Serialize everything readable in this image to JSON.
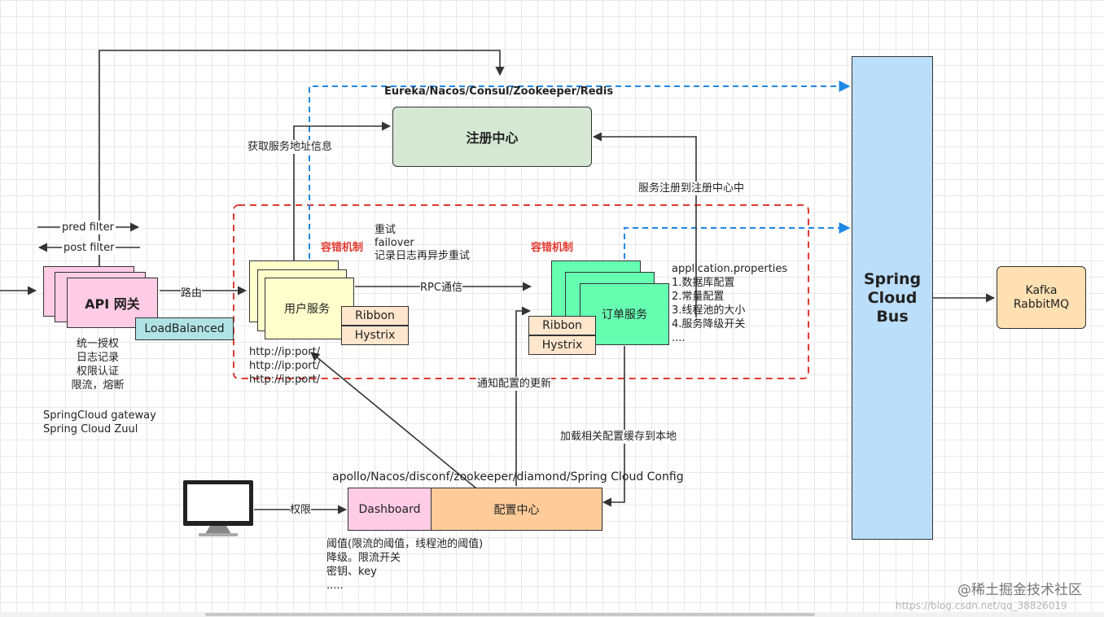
{
  "registry": {
    "title": "Eureka/Nacos/Consul/Zookeeper/Redis",
    "label": "注册中心"
  },
  "edge_labels": {
    "get_address": "获取服务地址信息",
    "register": "服务注册到注册中心中",
    "route": "路由",
    "rpc": "RPC通信",
    "notify_config": "通知配置的更新",
    "load_config": "加载相关配置缓存到本地",
    "permission": "权限"
  },
  "filters": {
    "pred": "pred filter",
    "post": "post filter"
  },
  "gateway": {
    "label": "API 网关",
    "load_balanced": "LoadBalanced",
    "features": [
      "统一授权",
      "日志记录",
      "权限认证",
      "限流，熔断"
    ],
    "impls": [
      "SpringCloud gateway",
      "Spring Cloud Zuul"
    ]
  },
  "fault_tolerance": {
    "left_title": "容错机制",
    "right_title": "容错机制",
    "retry_notes": [
      "重试",
      "failover",
      "记录日志再异步重试"
    ]
  },
  "user_service": {
    "label": "用户服务",
    "ribbon": "Ribbon",
    "hystrix": "Hystrix",
    "urls": [
      "http://ip:port/",
      "http://ip:port/",
      "http://ip:port/"
    ]
  },
  "order_service": {
    "label": "订单服务",
    "ribbon": "Ribbon",
    "hystrix": "Hystrix",
    "props": [
      "application.properties",
      "1.数据库配置",
      "2.常量配置",
      "3.线程池的大小",
      "4.服务降级开关",
      "...."
    ]
  },
  "config": {
    "title": "apollo/Nacos/disconf/zookeeper/diamond/Spring Cloud Config",
    "dashboard": "Dashboard",
    "center": "配置中心",
    "notes": [
      "阈值(限流的阈值，线程池的阈值)",
      "降级。限流开关",
      "密钥、key",
      "....."
    ]
  },
  "bus": {
    "label": "Spring\nCloud\nBus"
  },
  "mq": {
    "label": "Kafka\nRabbitMQ"
  },
  "watermark": {
    "brand": "@稀土掘金技术社区",
    "url": "https://blog.csdn.net/qq_38826019"
  },
  "colors": {
    "registry": "#d5e8d4",
    "bus": "#bbdefb",
    "dashed_red": "#e03a2f",
    "dashed_blue": "#1e88e5"
  }
}
